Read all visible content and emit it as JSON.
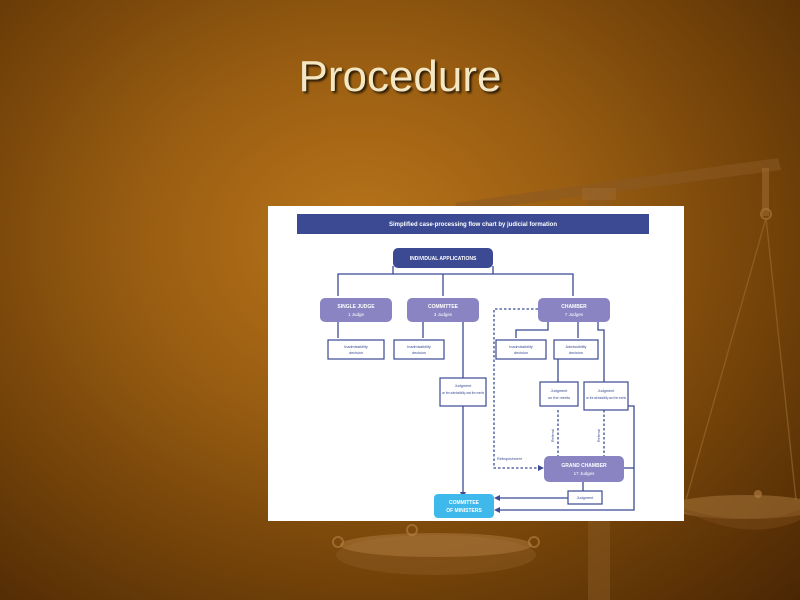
{
  "slide": {
    "title": "Procedure"
  },
  "flowchart": {
    "header": "Simplified case-processing flow chart by judicial formation",
    "nodes": {
      "individual_applications": {
        "label": "INDIVIDUAL APPLICATIONS"
      },
      "single_judge": {
        "label": "SINGLE JUDGE",
        "sub": "1 Judge"
      },
      "committee": {
        "label": "COMMITTEE",
        "sub": "3 Judges"
      },
      "chamber": {
        "label": "CHAMBER",
        "sub": "7 Judges"
      },
      "inadmissibility_decision_1": {
        "label": "Inadmissibility",
        "sub": "decision"
      },
      "inadmissibility_decision_2": {
        "label": "Inadmissibility",
        "sub": "decision"
      },
      "inadmissibility_decision_3": {
        "label": "Inadmissibility",
        "sub": "decision"
      },
      "admissibility_decision": {
        "label": "Admissibility",
        "sub": "decision"
      },
      "committee_judgment": {
        "label": "Judgment",
        "sub": "on the admissibility and the merits"
      },
      "chamber_judgment_merits": {
        "label": "Judgment",
        "sub": "on the merits"
      },
      "chamber_judgment_adm_merits": {
        "label": "Judgment",
        "sub": "on the admissibility and the merits"
      },
      "grand_chamber": {
        "label": "GRAND CHAMBER",
        "sub": "17 Judges"
      },
      "grand_chamber_judgment": {
        "label": "Judgment"
      },
      "committee_of_ministers": {
        "label": "COMMITTEE",
        "sub": "OF MINISTERS"
      }
    },
    "edge_labels": {
      "relinquishment": "Relinquishment",
      "referral_1": "Referral",
      "referral_2": "Referral"
    }
  }
}
